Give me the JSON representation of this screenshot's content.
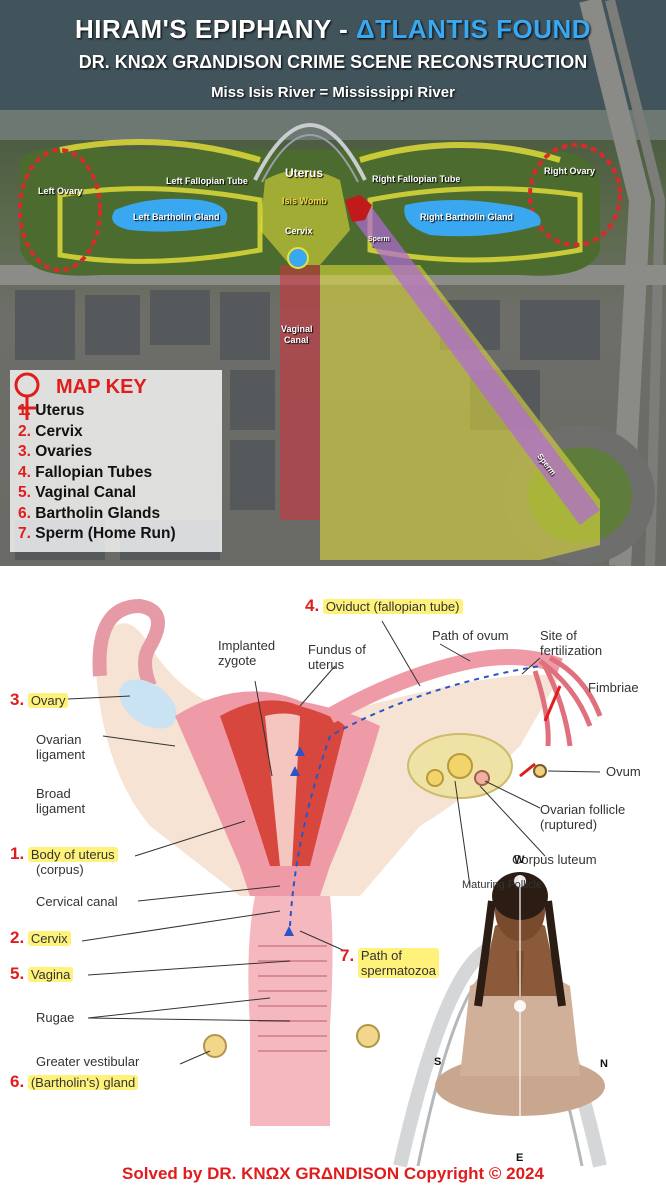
{
  "header": {
    "title_main": "HIRAM'S EPIPHANY - ",
    "title_accent": "ΔTLANTIS FOUND",
    "subtitle": "DR. KNΩX GRΔNDISON CRIME SCENE RECONSTRUCTION",
    "river_caption": "Miss Isis River = Mississippi River"
  },
  "map_labels": {
    "left_ovary": "Left Ovary",
    "left_fallopian_tube": "Left Fallopian Tube",
    "uterus": "Uterus",
    "right_fallopian_tube": "Right Fallopian Tube",
    "right_ovary": "Right Ovary",
    "isis_womb": "Isis Womb",
    "left_bartholin_gland": "Left Bartholin Gland",
    "right_bartholin_gland": "Right Bartholin Gland",
    "cervix": "Cervix",
    "sperm_small": "Sperm",
    "vaginal_canal_1": "Vaginal",
    "vaginal_canal_2": "Canal",
    "sperm_path": "Sperm"
  },
  "map_key": {
    "title": "MAP KEY",
    "items": [
      {
        "num": "1.",
        "label": "Uterus"
      },
      {
        "num": "2.",
        "label": "Cervix"
      },
      {
        "num": "3.",
        "label": "Ovaries"
      },
      {
        "num": "4.",
        "label": "Fallopian Tubes"
      },
      {
        "num": "5.",
        "label": "Vaginal Canal"
      },
      {
        "num": "6.",
        "label": "Bartholin Glands"
      },
      {
        "num": "7.",
        "label": "Sperm (Home Run)"
      }
    ]
  },
  "anatomy": {
    "oviduct_num": "4.",
    "oviduct": "Oviduct (fallopian tube)",
    "implanted_1": "Implanted",
    "implanted_2": "zygote",
    "fundus_1": "Fundus of",
    "fundus_2": "uterus",
    "path_ovum": "Path of ovum",
    "site_1": "Site of",
    "site_2": "fertilization",
    "fimbriae": "Fimbriae",
    "ovary_num": "3.",
    "ovary": "Ovary",
    "ovarian_lig_1": "Ovarian",
    "ovarian_lig_2": "ligament",
    "ovum": "Ovum",
    "broad_1": "Broad",
    "broad_2": "ligament",
    "follicle_1": "Ovarian follicle",
    "follicle_2": "(ruptured)",
    "body_num": "1.",
    "body_1": "Body of uterus",
    "body_2": "(corpus)",
    "corpus_luteum": "Corpus luteum",
    "maturing": "Maturing Follicle",
    "cervical_canal": "Cervical canal",
    "cervix_num": "2.",
    "cervix": "Cervix",
    "vagina_num": "5.",
    "vagina": "Vagina",
    "sperm_num": "7.",
    "sperm_1": "Path of",
    "sperm_2": "spermatozoa",
    "rugae": "Rugae",
    "gland_1": "Greater vestibular",
    "gland_num": "6.",
    "gland_2": "(Bartholin's) gland"
  },
  "compass": {
    "w": "W",
    "s": "S",
    "n": "N",
    "e": "E"
  },
  "footer": "Solved by DR. KNΩX GRΔNDISON Copyright © 2024",
  "colors": {
    "accent_blue": "#3aa8f0",
    "red": "#e01c1c",
    "highlight": "#fff27a"
  }
}
